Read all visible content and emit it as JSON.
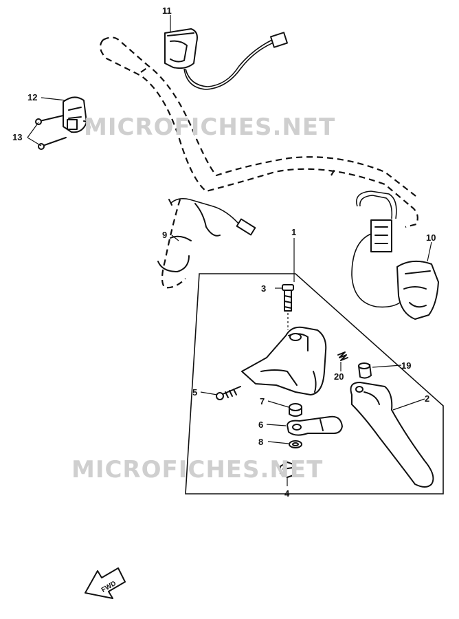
{
  "watermarks": [
    "MICROFICHES.NET",
    "MICROFICHES.NET"
  ],
  "direction_label": "FWD",
  "callouts": [
    {
      "id": "c11",
      "label": "11"
    },
    {
      "id": "c12",
      "label": "12"
    },
    {
      "id": "c13",
      "label": "13"
    },
    {
      "id": "c9",
      "label": "9"
    },
    {
      "id": "c10",
      "label": "10"
    },
    {
      "id": "c1",
      "label": "1"
    },
    {
      "id": "c3",
      "label": "3"
    },
    {
      "id": "c20",
      "label": "20"
    },
    {
      "id": "c19",
      "label": "19"
    },
    {
      "id": "c5",
      "label": "5"
    },
    {
      "id": "c7",
      "label": "7"
    },
    {
      "id": "c2",
      "label": "2"
    },
    {
      "id": "c6",
      "label": "6"
    },
    {
      "id": "c8",
      "label": "8"
    },
    {
      "id": "c4",
      "label": "4"
    }
  ]
}
